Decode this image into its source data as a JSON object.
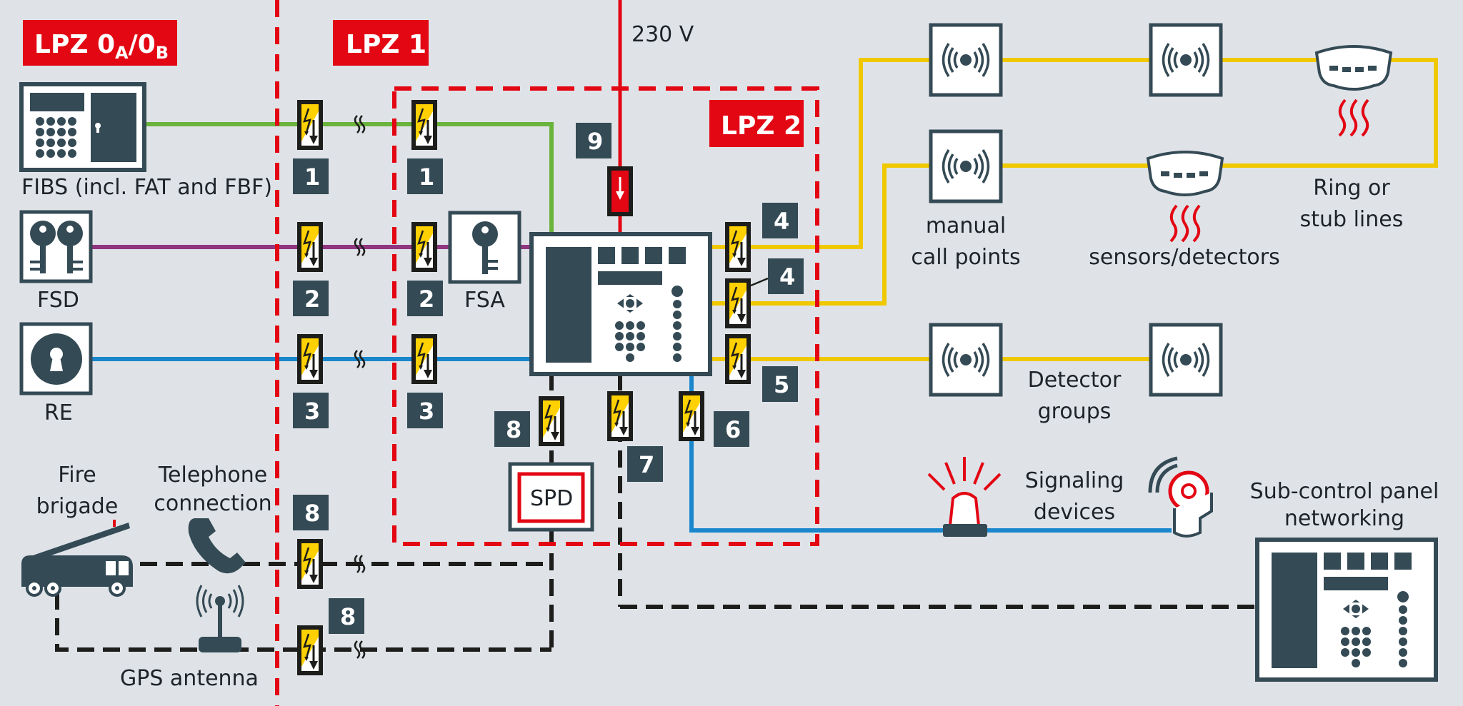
{
  "colors": {
    "background": "#dfe3e8",
    "zone_red": "#e30613",
    "dark": "#344a55",
    "line_green": "#6ab33c",
    "line_purple": "#913680",
    "line_blue": "#1a87cc",
    "line_yellow": "#f0c800",
    "line_red": "#e30613",
    "dashed_black": "#1d1d1b",
    "spd_yellow": "#ffd100"
  },
  "zones": {
    "lpz0": {
      "main": "LPZ 0",
      "sub_a": "A",
      "slash": "/0",
      "sub_b": "B"
    },
    "lpz1": "LPZ 1",
    "lpz2": "LPZ 2"
  },
  "power": {
    "voltage_label": "230 V"
  },
  "devices": {
    "fibs": "FIBS (incl. FAT and FBF)",
    "fsd": "FSD",
    "re": "RE",
    "fsa": "FSA",
    "spd": "SPD",
    "fire_brigade": [
      "Fire",
      "brigade"
    ],
    "telephone": [
      "Telephone",
      "connection"
    ],
    "gps": "GPS antenna",
    "manual_call_points": [
      "manual",
      "call points"
    ],
    "sensors": "sensors/detectors",
    "ring_stub": [
      "Ring or",
      "stub lines"
    ],
    "detector_groups": [
      "Detector",
      "groups"
    ],
    "signaling": [
      "Signaling",
      "devices"
    ],
    "sub_control": [
      "Sub-control panel",
      "networking"
    ]
  },
  "badges": {
    "b1a": "1",
    "b1b": "1",
    "b2a": "2",
    "b2b": "2",
    "b3a": "3",
    "b3b": "3",
    "b4a": "4",
    "b4b": "4",
    "b5": "5",
    "b6": "6",
    "b7": "7",
    "b8a": "8",
    "b8b": "8",
    "b8c": "8",
    "b9": "9"
  }
}
